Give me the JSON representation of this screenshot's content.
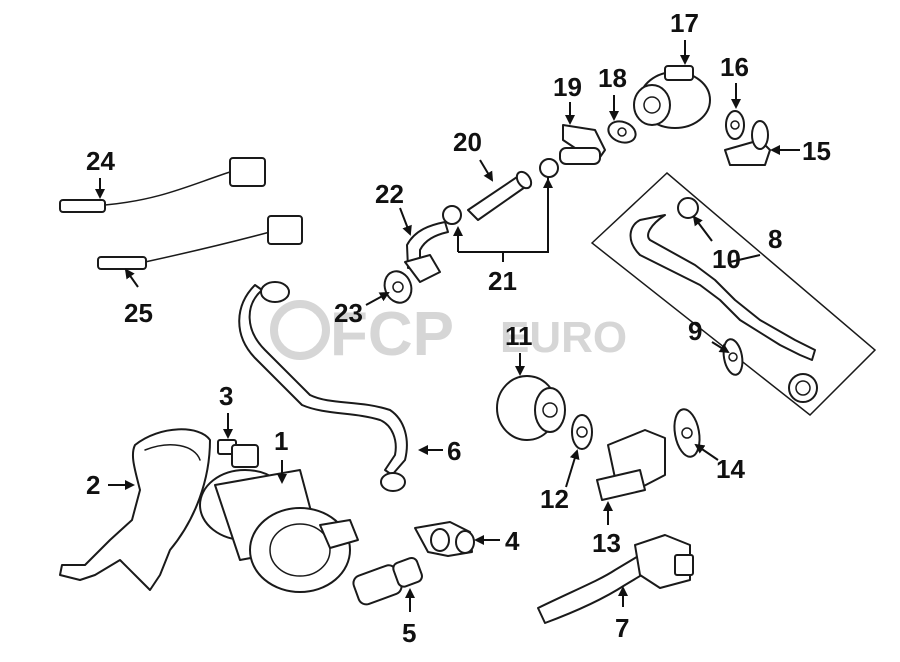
{
  "watermark": {
    "brand": "FCP",
    "suffix": "EURO"
  },
  "callouts": {
    "c1": "1",
    "c2": "2",
    "c3": "3",
    "c4": "4",
    "c5": "5",
    "c6": "6",
    "c7": "7",
    "c8": "8",
    "c9": "9",
    "c10": "10",
    "c11": "11",
    "c12": "12",
    "c13": "13",
    "c14": "14",
    "c15": "15",
    "c16": "16",
    "c17": "17",
    "c18": "18",
    "c19": "19",
    "c20": "20",
    "c21": "21",
    "c22": "22",
    "c23": "23",
    "c24": "24",
    "c25": "25"
  }
}
